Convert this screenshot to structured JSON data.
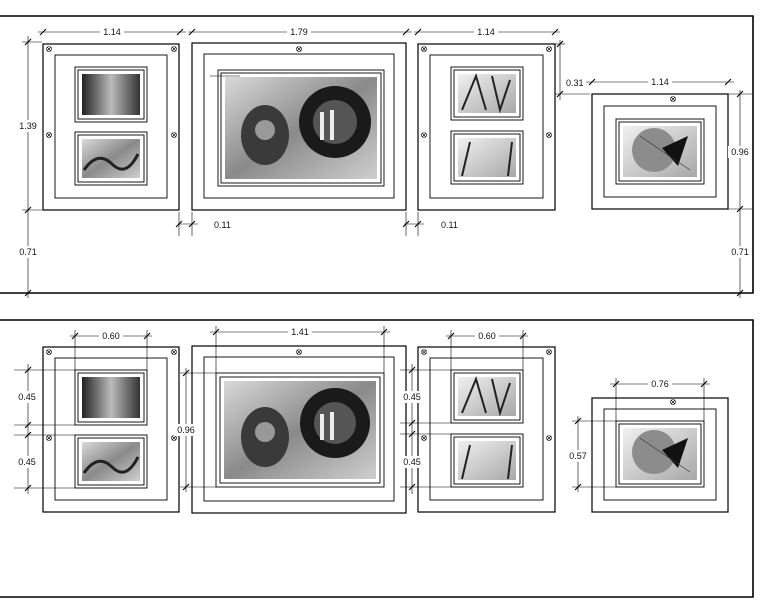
{
  "elevation_top": {
    "dims": {
      "frame1_width": "1.14",
      "frame2_width": "1.79",
      "frame3_width": "1.14",
      "frame4_width": "1.14",
      "left_height": "1.39",
      "left_bottom": "0.71",
      "right_height": "0.96",
      "right_bottom": "0.71",
      "gap_1": "0.11",
      "gap_2": "0.11",
      "offset_top": "0.31"
    }
  },
  "elevation_bottom": {
    "dims": {
      "photo1_width": "0.60",
      "photo2_width": "1.41",
      "photo3_width": "0.60",
      "photo4_width": "0.76",
      "left_h1": "0.45",
      "left_h2": "0.45",
      "mid_height": "0.96",
      "right_h1": "0.45",
      "right_h2": "0.45",
      "far_height": "0.57"
    }
  }
}
